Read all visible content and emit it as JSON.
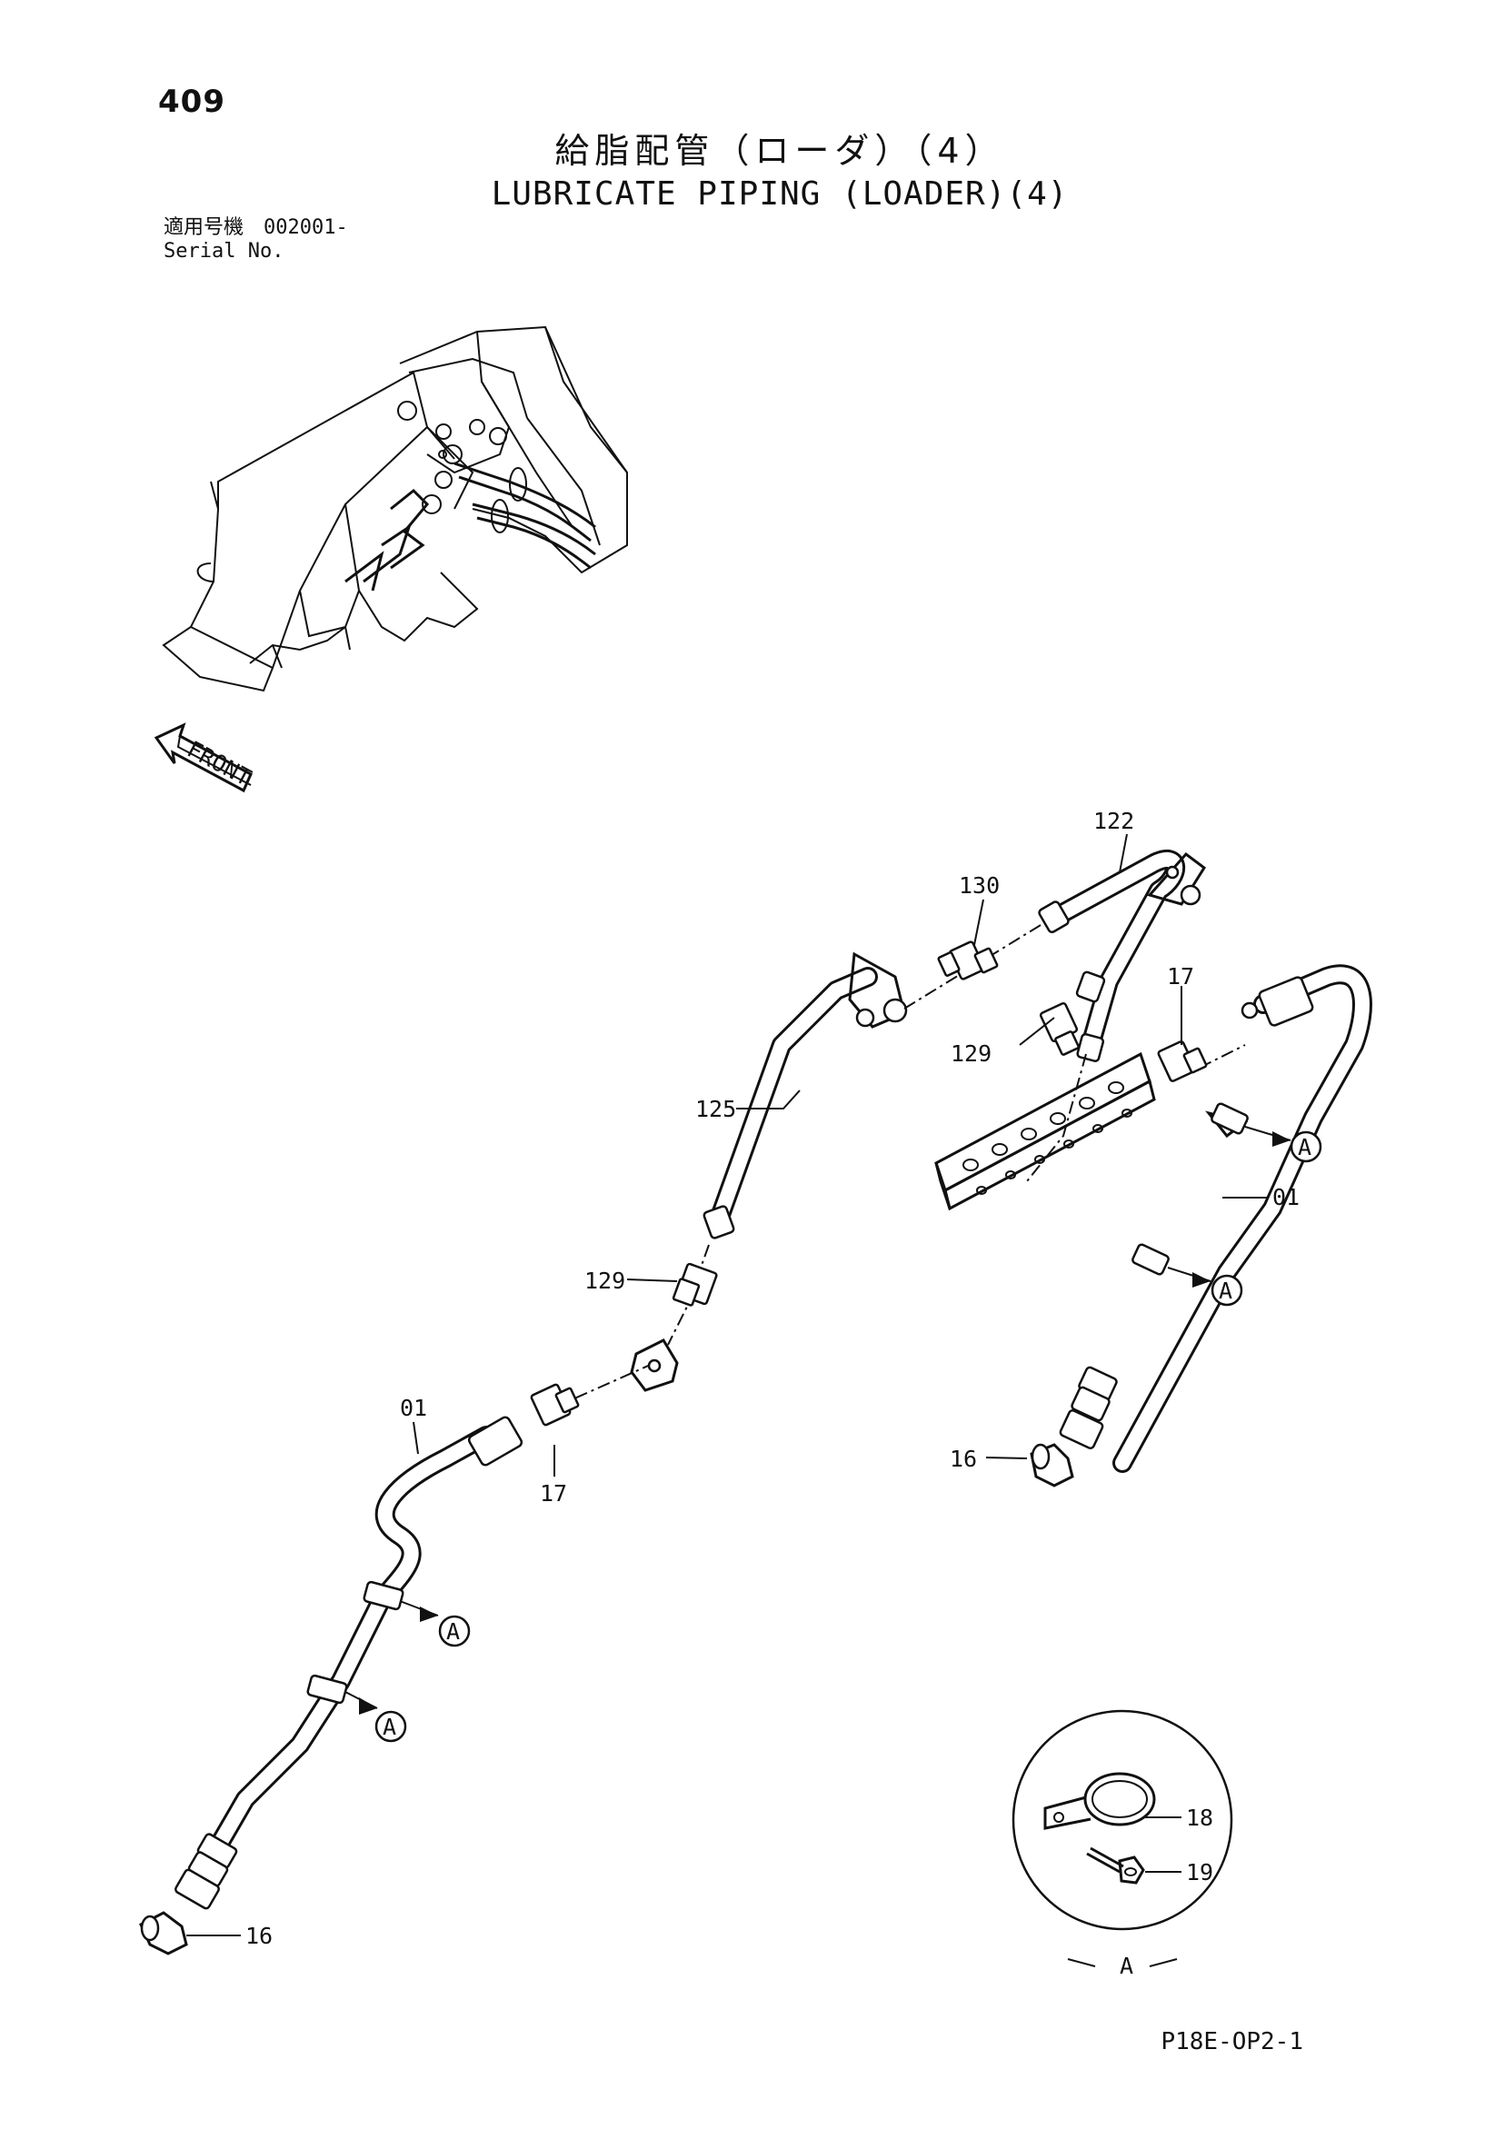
{
  "page_number": "409",
  "title_jp": "給脂配管（ローダ）（4）",
  "title_en": "LUBRICATE PIPING (LOADER)(4)",
  "serial": {
    "label_jp": "適用号機",
    "label_en": "Serial No.",
    "value": "002001-"
  },
  "front_arrow_label": "FRONT",
  "part_labels": {
    "p122": "122",
    "p130": "130",
    "p17a": "17",
    "p129a": "129",
    "p125": "125",
    "p01a": "01",
    "p129b": "129",
    "p16a": "16",
    "p01b": "01",
    "p17b": "17",
    "p16b": "16",
    "p18": "18",
    "p19": "19"
  },
  "callout_letter": "A",
  "detail_label": "A",
  "drawing_code": "P18E-OP2-1"
}
